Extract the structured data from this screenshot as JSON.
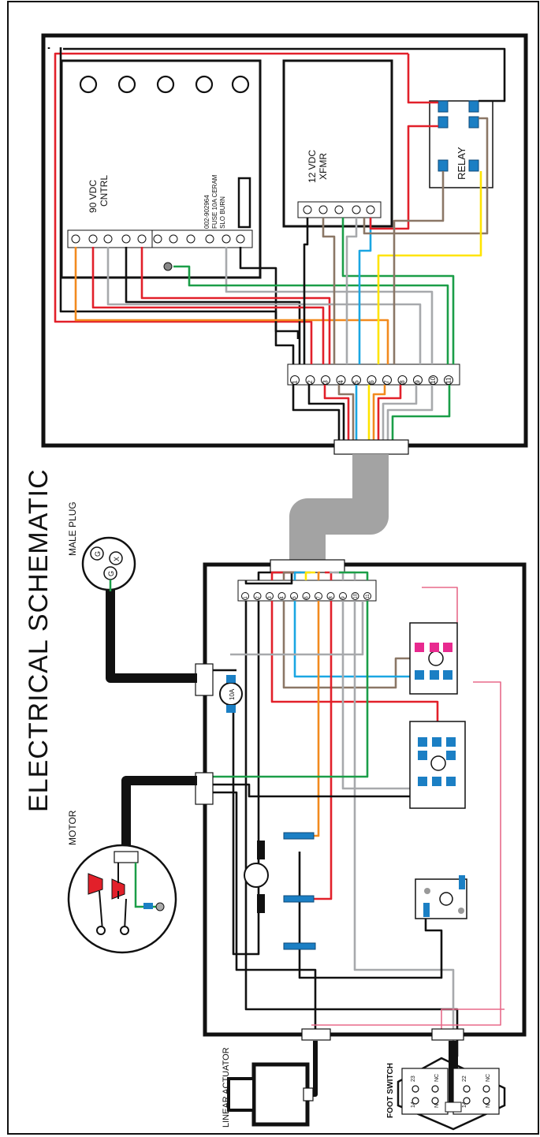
{
  "title": "ELECTRICAL SCHEMATIC",
  "upper_panel": {
    "controller_label_1": "90 VDC",
    "controller_label_2": "CNTRL",
    "fuse_label_1": "002-902964",
    "fuse_label_2": "FUSE 10A CERAM",
    "fuse_label_3": "SLO BURN",
    "transformer_label_1": "12 VDC",
    "transformer_label_2": "XFMR",
    "relay_label": "RELAY"
  },
  "terminal_numbers": [
    "1",
    "2",
    "3",
    "4",
    "5",
    "6",
    "7",
    "8",
    "9",
    "10",
    "11"
  ],
  "components": {
    "male_plug": "MALE PLUG",
    "motor": "MOTOR",
    "linear_actuator": "LINEAR ACTUATOR",
    "foot_switch": "FOOT SWITCH",
    "inline_fuse": "10A",
    "plug_pin_g1": "G",
    "plug_pin_g2": "G",
    "plug_pin_x": "X"
  },
  "foot_switch_terminals": {
    "t1": "23",
    "t2": "NC",
    "t3": "14",
    "t4": "NO",
    "t5": "22",
    "t6": "NC",
    "t7": "14",
    "t8": "NO"
  },
  "wire_colors": {
    "black": "#111111",
    "red": "#e2202a",
    "orange": "#f28a1e",
    "gray": "#a7a9ac",
    "brown": "#8b7766",
    "blue": "#1aa6e2",
    "yellow": "#ffe400",
    "green": "#1b9e48",
    "pink": "#e86a8a",
    "cable": "#a3a3a3"
  }
}
